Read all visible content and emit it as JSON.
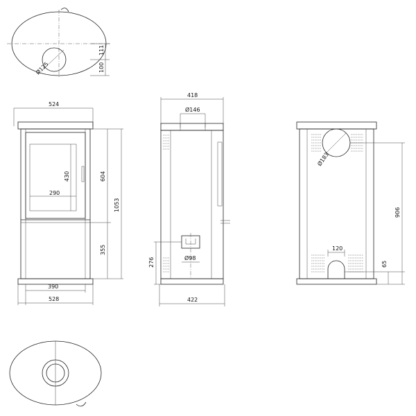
{
  "dimensions": {
    "top_view_dia": "Ø125",
    "top_view_111": "111",
    "top_view_100": "100",
    "front_width_top": "524",
    "front_glass_height": "430",
    "front_glass_width": "290",
    "front_height_604": "604",
    "front_height_1053": "1053",
    "front_height_355": "355",
    "front_width_390": "390",
    "front_width_528": "528",
    "side_width_top": "418",
    "side_dia_146": "Ø146",
    "side_height_276": "276",
    "side_dia_98": "Ø98",
    "side_width_bottom": "422",
    "back_dia_183": "Ø183",
    "back_height_906": "906",
    "back_width_120": "120",
    "back_height_65": "65"
  }
}
